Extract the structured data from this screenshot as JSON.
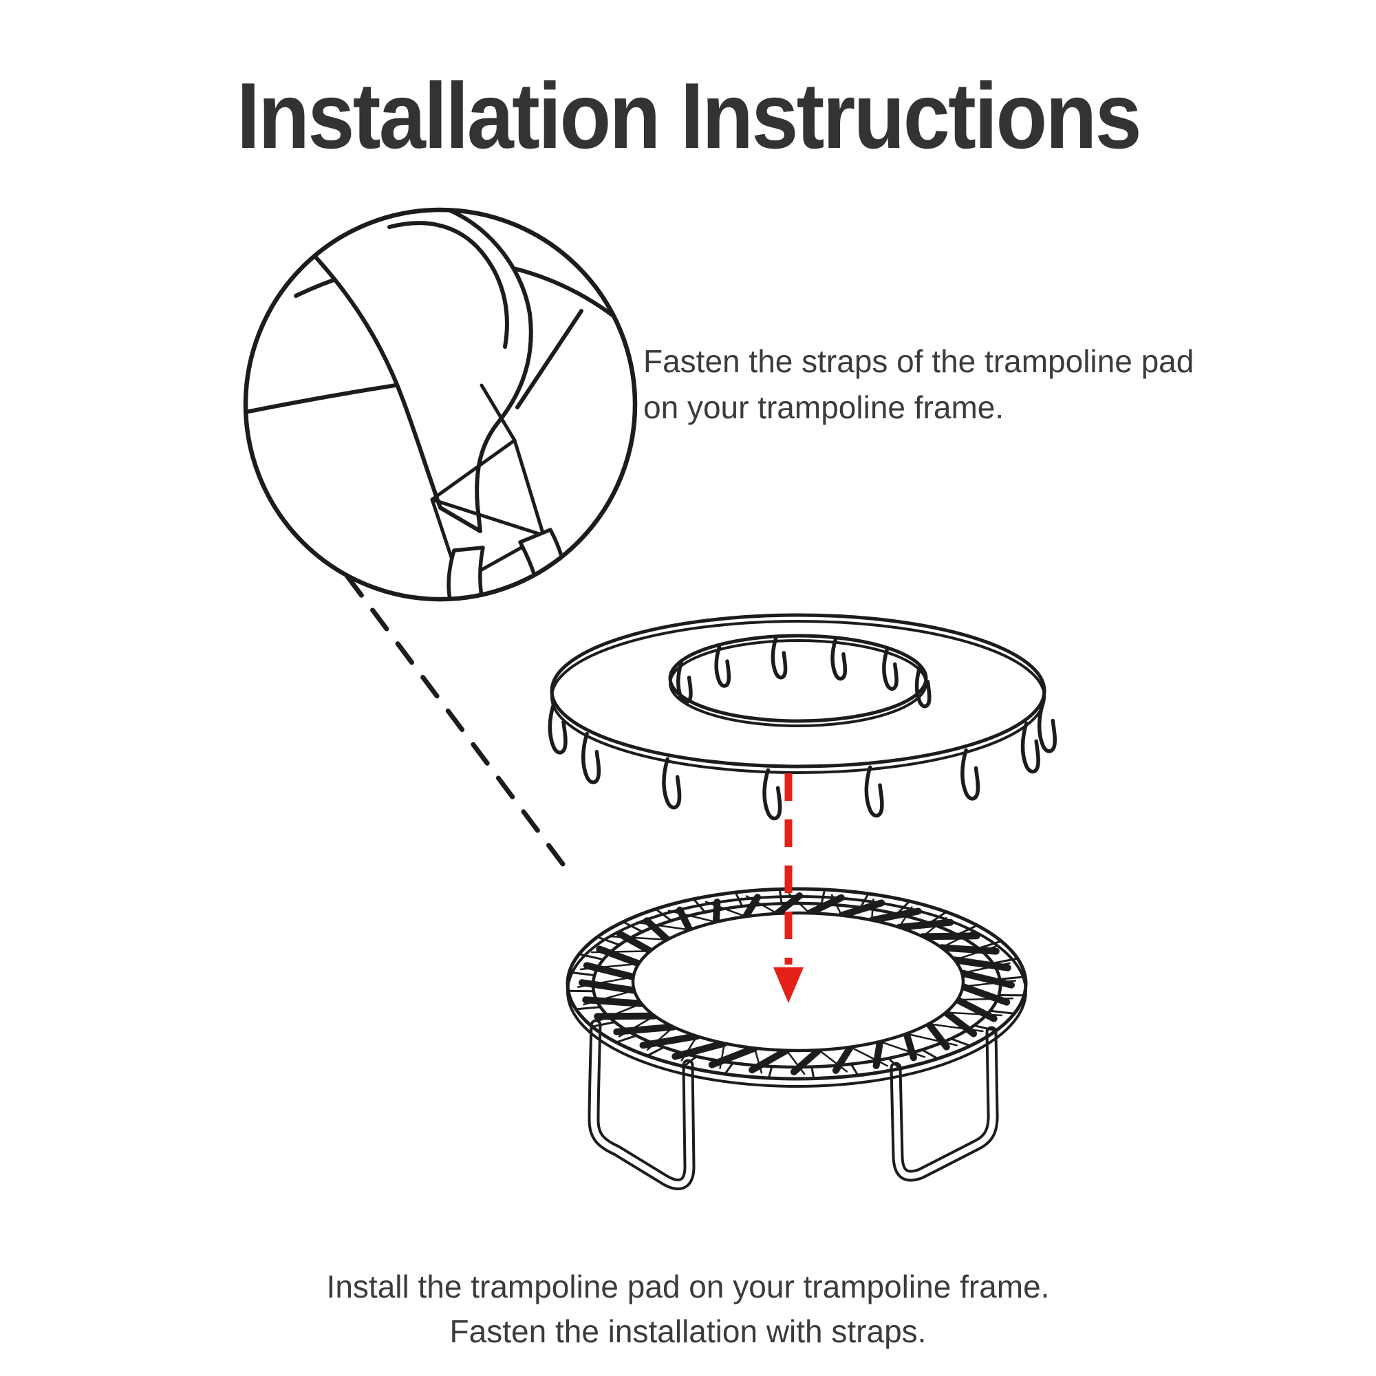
{
  "page": {
    "title": "Installation Instructions"
  },
  "colors": {
    "background": "#ffffff",
    "ink": "#1c1c1c",
    "title_color": "#333333",
    "text_color": "#3b3b3b",
    "accent_red": "#e32119"
  },
  "steps": {
    "step1": {
      "line1": "Fasten the straps of the trampoline pad",
      "line2": "on your trampoline frame."
    },
    "step2": {
      "line1": "Install the trampoline pad on your trampoline frame.",
      "line2": "Fasten the installation with straps."
    }
  },
  "illustrations": {
    "detail_circle_label": "strap-fastening-closeup",
    "pad_label": "trampoline-pad-ring",
    "frame_label": "trampoline-frame-with-springs",
    "arrow_label": "pad-placement-direction-arrow",
    "connector_label": "detail-callout-dashed-line"
  }
}
